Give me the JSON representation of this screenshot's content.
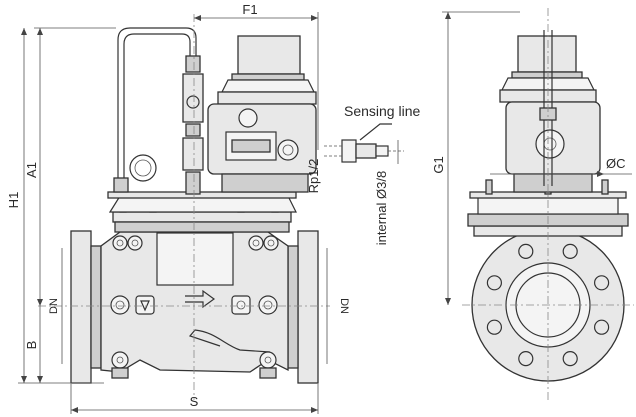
{
  "labels": {
    "f1": "F1",
    "a1": "A1",
    "h1": "H1",
    "b": "B",
    "dn_left": "DN",
    "dn_right": "DN",
    "s": "S",
    "g1": "G1",
    "oc": "ØC",
    "sensing_line": "Sensing line",
    "rp": "Rp1/2",
    "internal": "internal Ø3/8"
  }
}
